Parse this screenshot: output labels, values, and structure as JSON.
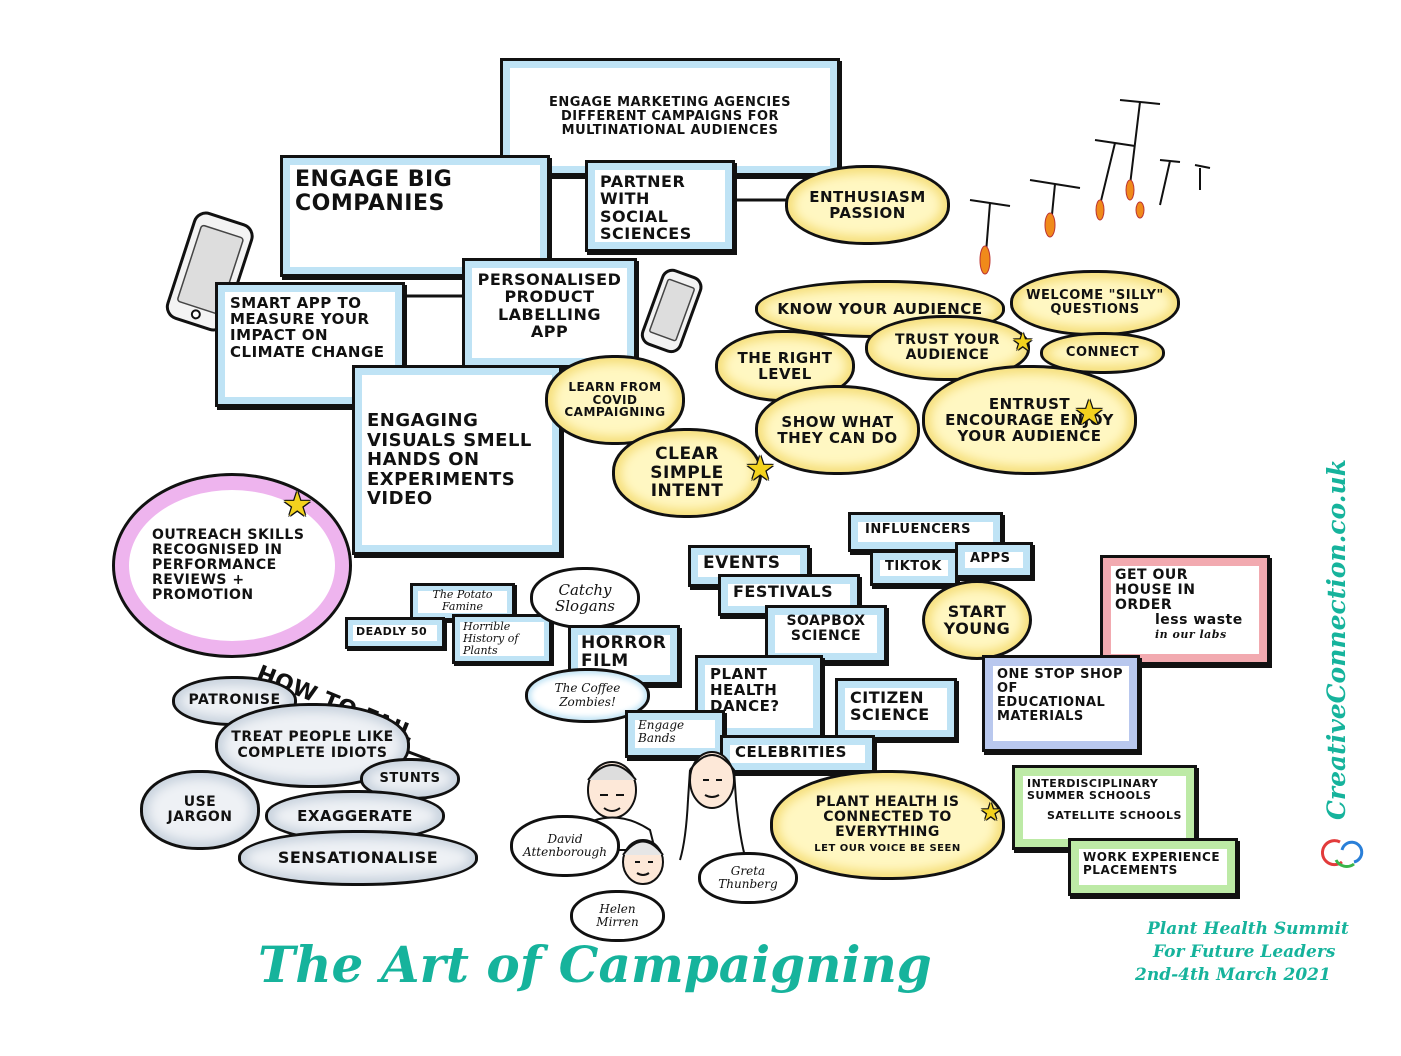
{
  "title": "The Art of Campaigning",
  "event": {
    "line1": "Plant Health Summit",
    "line2": "For Future Leaders",
    "line3": "2nd-4th March 2021"
  },
  "brand": "CreativeConnection.co.uk",
  "colors": {
    "teal": "#16b39c",
    "box_blue": "#bfe3f5",
    "cloud_yellow": "#f6df7c",
    "cloud_grey": "#c9d3de",
    "pink": "#eeb4ee",
    "red": "#f2aab0",
    "green": "#bdeaa6"
  },
  "boxes": {
    "marketing": "Engage Marketing Agencies Different campaigns for multinational audiences",
    "big_companies": "Engage Big Companies",
    "social_sciences": "Partner with Social Sciences",
    "smart_app": "Smart App to measure your impact on climate change",
    "labelling": "Personalised Product Labelling App",
    "visuals": "Engaging Visuals Smell Hands on experiments Video",
    "deadly": "Deadly 50",
    "potato": "The Potato Famine",
    "horrible": "Horrible History of Plants",
    "horror_film": "Horror Film",
    "events": "Events",
    "festivals": "Festivals",
    "soapbox": "Soapbox Science",
    "influencers": "Influencers",
    "tiktok": "TikTok",
    "apps": "Apps",
    "plant_dance": "Plant Health Dance?",
    "citizen": "Citizen Science",
    "engage_bands": "Engage Bands",
    "celebrities": "Celebrities",
    "house": "Get our house in order",
    "less_waste": "less waste",
    "in_labs": "in our labs",
    "one_stop": "One stop shop of educational materials",
    "summer": "Interdisciplinary Summer Schools",
    "satellite": "Satellite Schools",
    "work": "Work experience placements"
  },
  "clouds": {
    "enthusiasm": "Enthusiasm Passion",
    "know": "Know your audience",
    "welcome": "Welcome \"silly\" questions",
    "trust": "Trust your audience",
    "connect": "Connect",
    "right_level": "The right level",
    "show": "Show what they can do",
    "entrust": "Entrust Encourage Enjoy your audience",
    "covid": "Learn from Covid campaigning",
    "clear": "Clear Simple Intent",
    "catchy": "Catchy Slogans",
    "coffee": "The Coffee Zombies!",
    "start_young": "Start Young",
    "everything_main": "Plant health is connected to everything",
    "everything_sub": "Let our voice be seen"
  },
  "outreach": "Outreach skills recognised in performance reviews + promotion",
  "fail": {
    "title": "How to fail",
    "patronise": "Patronise",
    "treat": "Treat people like complete idiots",
    "stunts": "Stunts",
    "jargon": "Use Jargon",
    "exaggerate": "Exaggerate",
    "sensationalise": "Sensationalise"
  },
  "people": {
    "david": "David Attenborough",
    "greta": "Greta Thunberg",
    "helen": "Helen Mirren"
  },
  "icons": [
    "smartphone-icon",
    "phone-icon",
    "star-icon",
    "portrait-sketch-icon",
    "drone-icon",
    "brand-logo-icon"
  ]
}
